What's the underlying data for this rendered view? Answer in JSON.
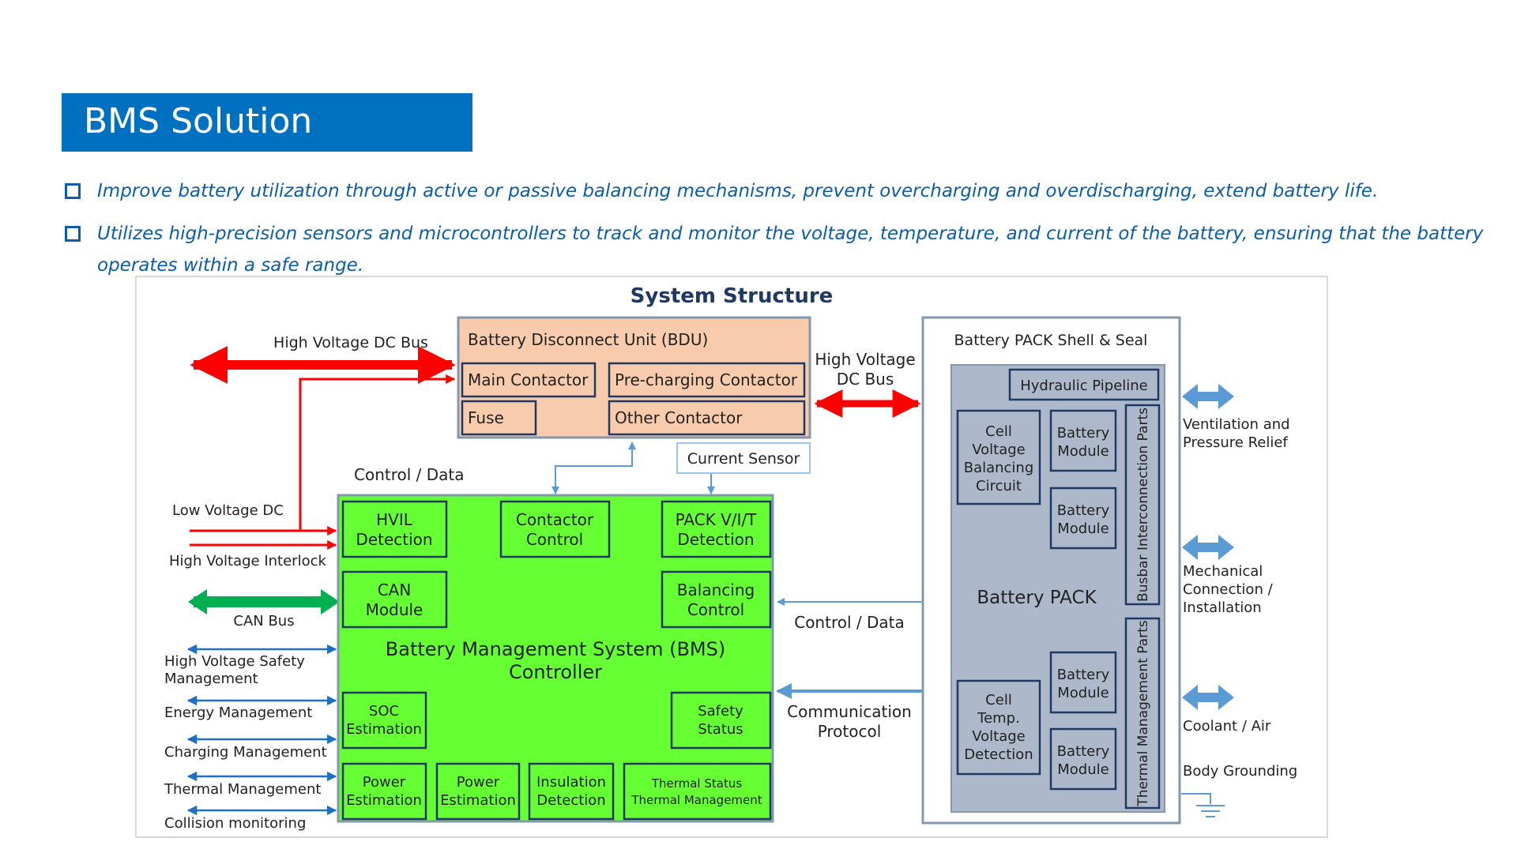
{
  "header": {
    "title": "BMS Solution"
  },
  "bullets": [
    "Improve battery utilization through active or passive balancing mechanisms, prevent overcharging and overdischarging, extend battery life.",
    "Utilizes high-precision sensors and microcontrollers to track and monitor the voltage, temperature, and current of the battery, ensuring that the battery operates within a safe range."
  ],
  "diagram": {
    "title": "System Structure",
    "bdu": {
      "title": "Battery Disconnect Unit (BDU)",
      "main_contactor": "Main Contactor",
      "precharging_contactor": "Pre-charging Contactor",
      "fuse": "Fuse",
      "other_contactor": "Other Contactor"
    },
    "current_sensor": "Current Sensor",
    "left_labels": {
      "hv_dc_bus": "High Voltage DC Bus",
      "control_data": "Control / Data",
      "low_voltage_dc": "Low Voltage DC",
      "hv_interlock": "High Voltage Interlock",
      "can_bus": "CAN Bus",
      "hv_safety": [
        "High Voltage Safety",
        "Management"
      ],
      "energy": "Energy Management",
      "charging": "Charging Management",
      "thermal": "Thermal Management",
      "collision": "Collision monitoring"
    },
    "bms": {
      "title": [
        "Battery Management System (BMS)",
        "Controller"
      ],
      "hvil": [
        "HVIL",
        "Detection"
      ],
      "contactor_control": [
        "Contactor",
        "Control"
      ],
      "pack_vit": [
        "PACK V/I/T",
        "Detection"
      ],
      "can_module": [
        "CAN",
        "Module"
      ],
      "balancing": [
        "Balancing",
        "Control"
      ],
      "soc": [
        "SOC",
        "Estimation"
      ],
      "safety": [
        "Safety",
        "Status"
      ],
      "power_est_1": [
        "Power",
        "Estimation"
      ],
      "power_est_2": [
        "Power",
        "Estimation"
      ],
      "insulation": [
        "Insulation",
        "Detection"
      ],
      "thermal_status": [
        "Thermal Status",
        "Thermal Management"
      ]
    },
    "middle_labels": {
      "hv_dc_bus": [
        "High Voltage",
        "DC Bus"
      ],
      "control_data": "Control / Data",
      "comm_protocol": [
        "Communication",
        "Protocol"
      ]
    },
    "pack": {
      "shell_title": "Battery PACK Shell & Seal",
      "hydraulic": "Hydraulic Pipeline",
      "cell_balancing": [
        "Cell",
        "Voltage",
        "Balancing",
        "Circuit"
      ],
      "battery_module": [
        "Battery",
        "Module"
      ],
      "busbar": "Busbar Interconnection Parts",
      "pack_title": "Battery PACK",
      "thermal_parts": "Thermal Management Parts",
      "cell_temp": [
        "Cell",
        "Temp.",
        "Voltage",
        "Detection"
      ]
    },
    "right_labels": {
      "ventilation": [
        "Ventilation and",
        "Pressure Relief"
      ],
      "mechanical": [
        "Mechanical",
        "Connection /",
        "Installation"
      ],
      "coolant": "Coolant / Air",
      "grounding": "Body Grounding"
    },
    "colors": {
      "title_bg": "#0070c0",
      "bullet_text": "#0a5cad",
      "bms_green": "#66ff33",
      "bdu_peach": "#f8cbad",
      "pack_gray": "#adb9ca",
      "hv_red": "#ff0000",
      "can_green": "#00b050",
      "arrow_blue": "#5b9bd5",
      "box_navy": "#1f3864"
    }
  }
}
